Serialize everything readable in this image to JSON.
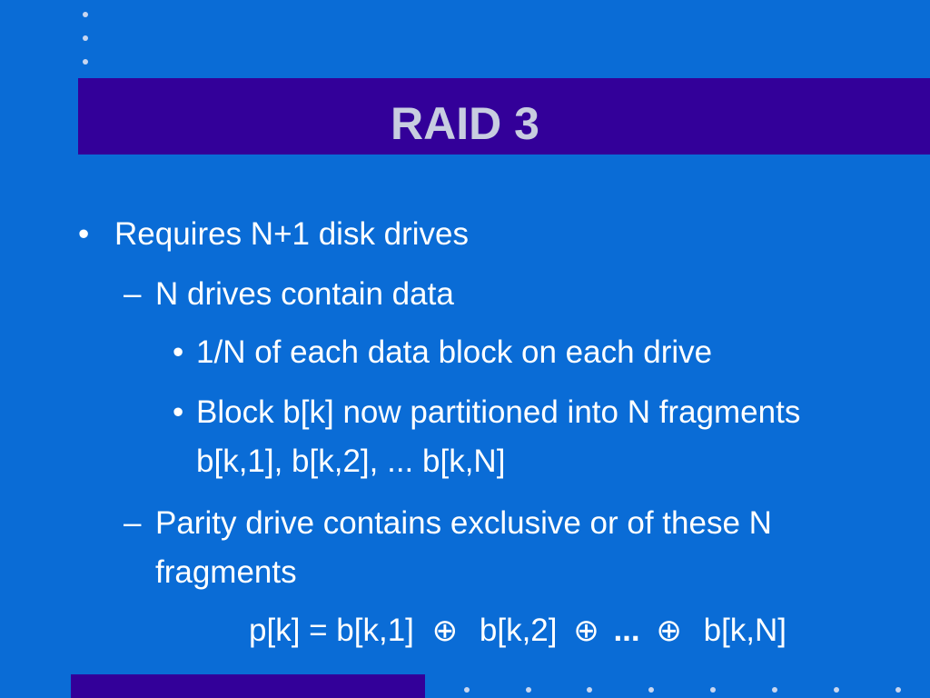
{
  "slide": {
    "title": "RAID 3",
    "bullets": {
      "l1_marker": "•",
      "l1_text": "Requires N+1 disk drives",
      "l2a_marker": "–",
      "l2a_text": "N drives contain data",
      "l3a_marker": "•",
      "l3a_text": "1/N of each data block on each drive",
      "l3b_marker": "•",
      "l3b_text_line1": "Block b[k] now partitioned into N fragments",
      "l3b_text_line2": "b[k,1], b[k,2], ... b[k,N]",
      "l2b_marker": "–",
      "l2b_text_line1": "Parity drive contains exclusive or of  these N",
      "l2b_text_line2": "fragments"
    },
    "formula": {
      "lhs": "p[k] = b[k,1]",
      "op1": "⊕",
      "t2": "b[k,2]",
      "op2": "⊕",
      "ellipsis": "...",
      "op3": "⊕",
      "t3": "b[k,N]"
    }
  },
  "colors": {
    "background": "#0a6cd6",
    "title_bar": "#330099",
    "title_text": "#c8cde0",
    "body_text": "#ffffff",
    "decor_dots": "#c8d6f0"
  }
}
